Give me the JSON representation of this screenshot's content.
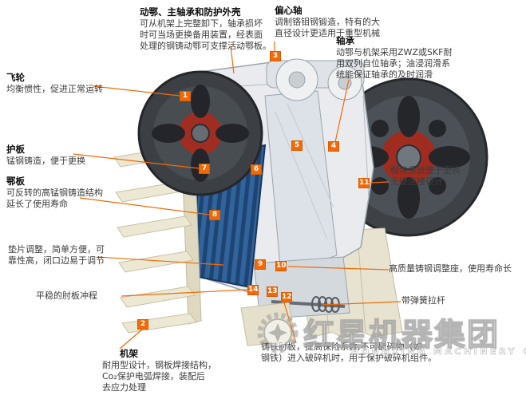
{
  "callouts": [
    {
      "title": "动鄂、主轴承和防护外壳",
      "body": "可从机架上完整卸下，轴承损坏\n时可当场更换备用装置，经表面\n处理的钢铸动鄂可支撑活动鄂板。"
    },
    {
      "title": "偏心轴",
      "body": "调制铬钼钢锻造，特有的大\n直径设计更适用于重型机械"
    },
    {
      "title": "轴承",
      "body": "动鄂与机架采用ZWZ或SKF耐\n用双列自位轴承；油浸润滑系\n统能保证轴承的及时润滑"
    },
    {
      "title": "飞轮",
      "body": "均衡惯性，促进正常运转"
    },
    {
      "title": "护板",
      "body": "锰钢铸造，便于更换"
    },
    {
      "title": "鄂板",
      "body": "可反转的高锰钢铸造结构\n延长了使用寿命"
    },
    {
      "title": "",
      "body": "垫片调整，简单方便，可\n靠性高，闭口边易于调节"
    },
    {
      "title": "",
      "body": "平稳的肘板冲程"
    },
    {
      "title": "机架",
      "body": "耐用型设计，钢板焊接结构，\nCo₂保护电弧焊接，装配后\n去应力处理"
    },
    {
      "title": "",
      "body": "楔块系统便于更换\n无键连接设计"
    },
    {
      "title": "",
      "body": "高质量铸钢调整座，使用寿命长"
    },
    {
      "title": "",
      "body": "带弹簧拉杆"
    },
    {
      "title": "",
      "body": "铸铁肘板，提高保险系数,不可破碎物（如\n钢铁）进入破碎机时，用于保护破碎机组件。"
    }
  ],
  "markers": [
    "1",
    "2",
    "3",
    "4",
    "5",
    "6",
    "7",
    "8",
    "9",
    "10",
    "11",
    "12",
    "13",
    "14"
  ],
  "logo": {
    "name": "红星机器集团",
    "subtitle": "HONGXING MACHINERY GROUP"
  },
  "colors": {
    "accent": "#f26a07",
    "flywheel": "#3f4347",
    "jaw_blue": "#31639c",
    "stand_cream": "#e8e4d0"
  }
}
